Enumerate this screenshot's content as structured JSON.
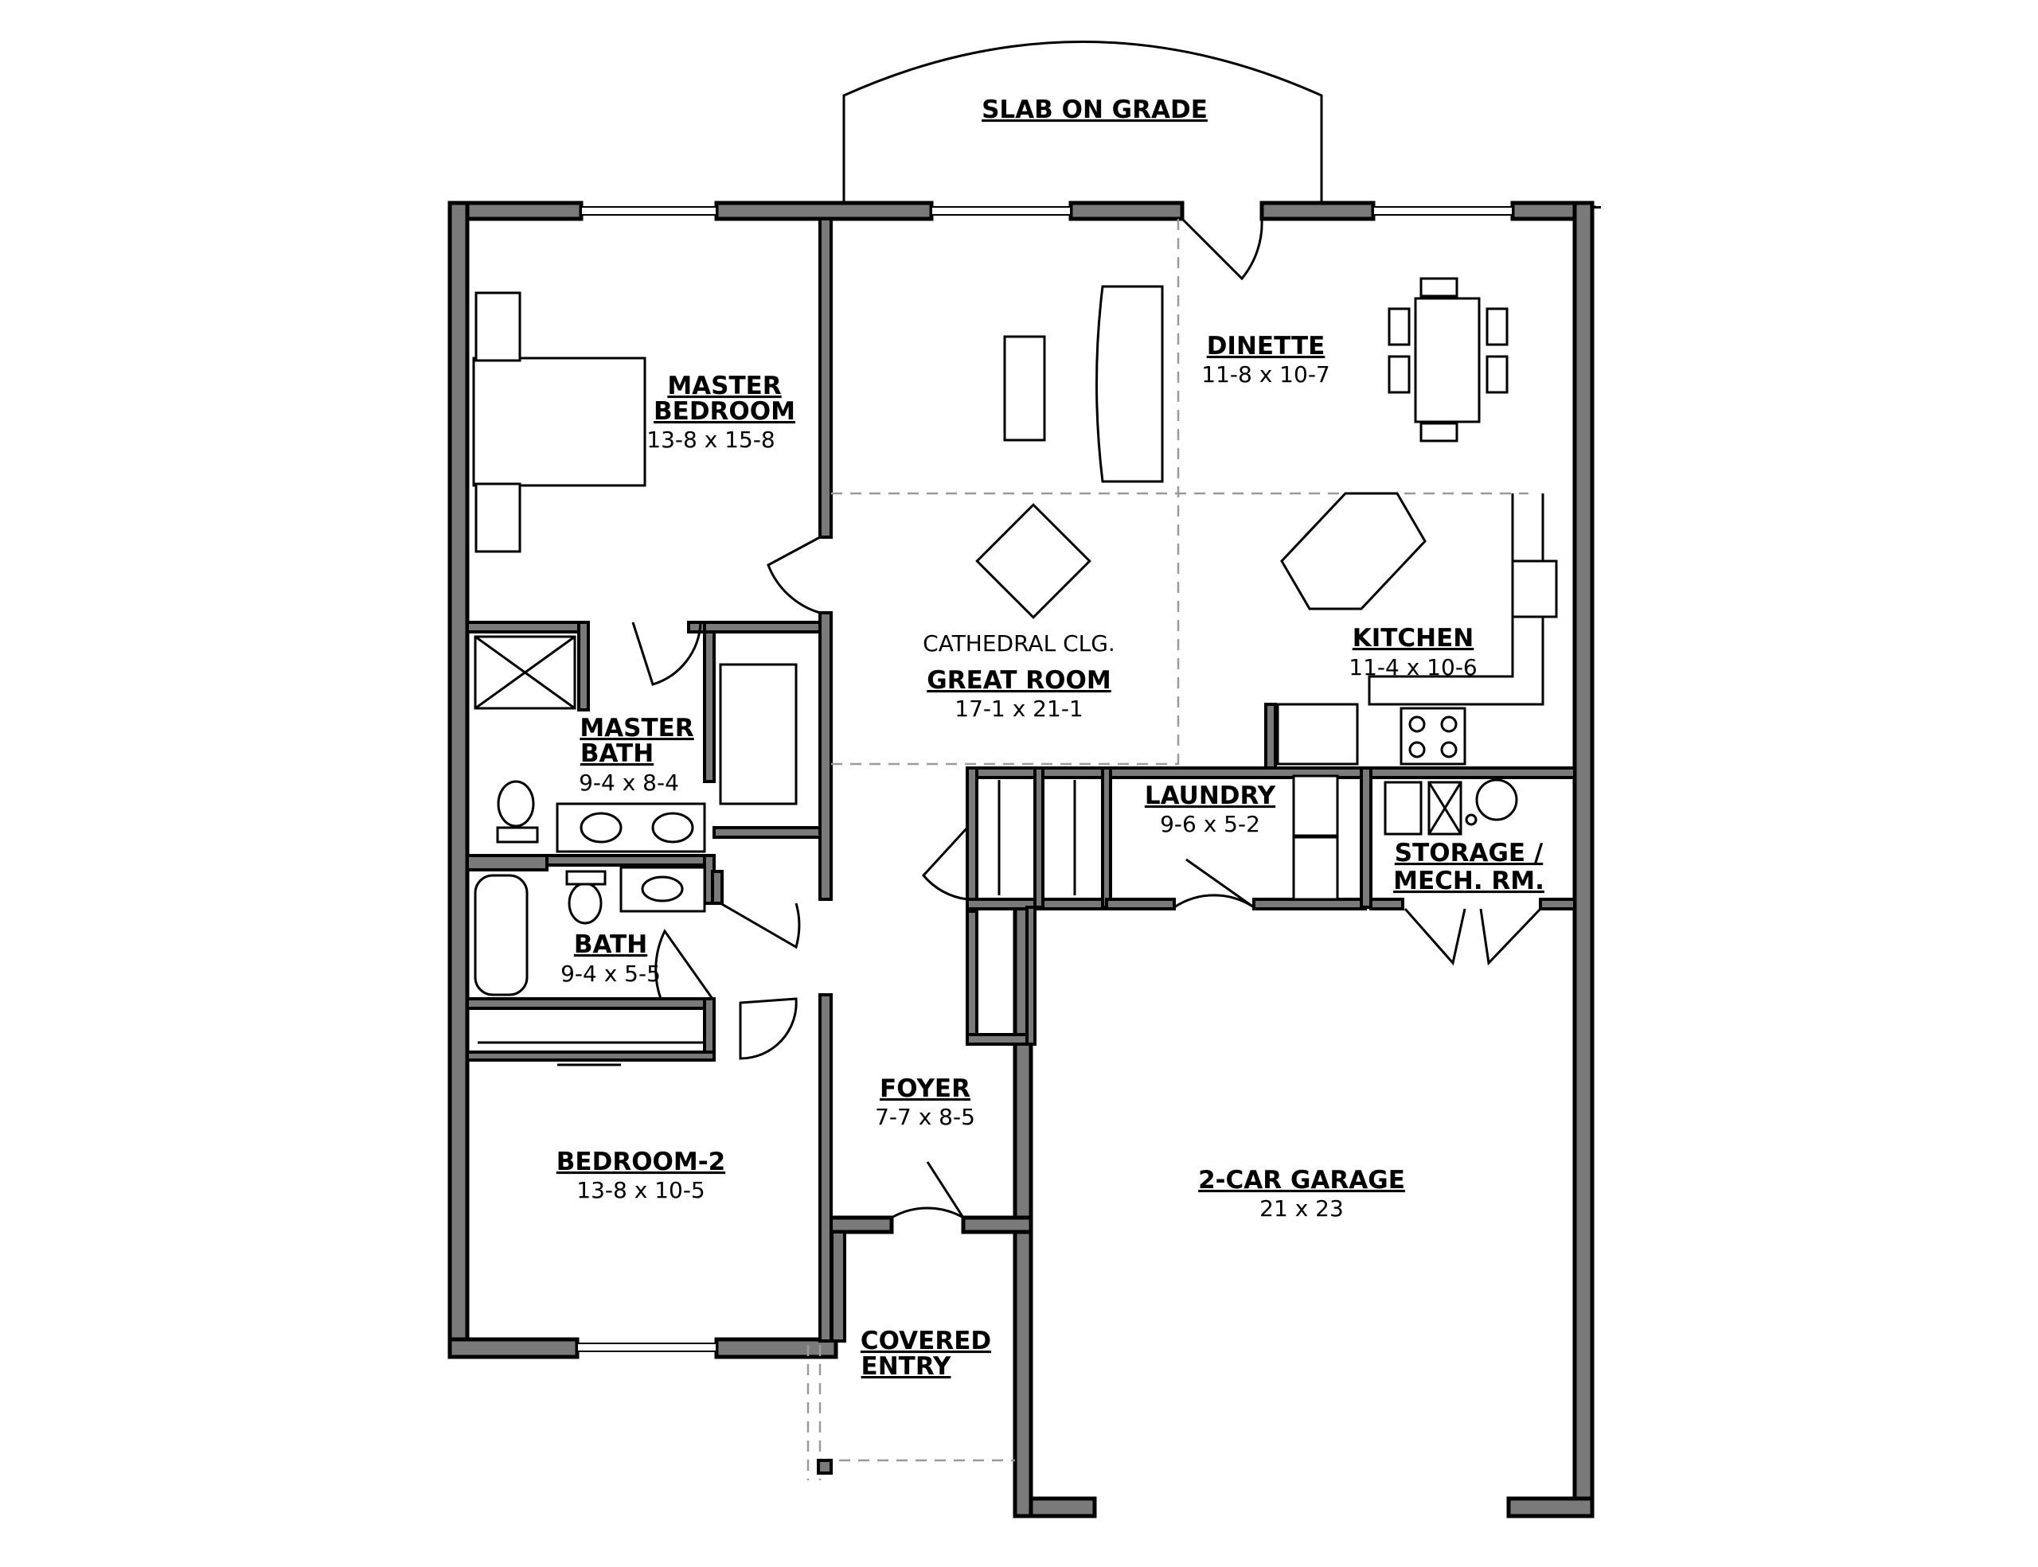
{
  "rooms": {
    "slab": {
      "name": "SLAB ON GRADE"
    },
    "master_bedroom": {
      "name1": "MASTER",
      "name2": "BEDROOM",
      "dims": "13-8 x 15-8"
    },
    "dinette": {
      "name": "DINETTE",
      "dims": "11-8 x 10-7"
    },
    "great_room": {
      "note": "CATHEDRAL CLG.",
      "name": "GREAT ROOM",
      "dims": "17-1 x 21-1"
    },
    "kitchen": {
      "name": "KITCHEN",
      "dims": "11-4 x 10-6"
    },
    "master_bath": {
      "name1": "MASTER",
      "name2": "BATH",
      "dims": "9-4 x 8-4"
    },
    "laundry": {
      "name": "LAUNDRY",
      "dims": "9-6 x 5-2"
    },
    "storage": {
      "name1": "STORAGE /",
      "name2": "MECH. RM."
    },
    "bath": {
      "name": "BATH",
      "dims": "9-4 x 5-5"
    },
    "foyer": {
      "name": "FOYER",
      "dims": "7-7 x 8-5"
    },
    "bedroom2": {
      "name": "BEDROOM-2",
      "dims": "13-8 x 10-5"
    },
    "garage": {
      "name": "2-CAR GARAGE",
      "dims": "21 x 23"
    },
    "covered_entry": {
      "name1": "COVERED",
      "name2": "ENTRY"
    }
  },
  "colors": {
    "wall_fill": "#7a7a7a",
    "line": "#000000",
    "dashed_zone": "#9a9a9a"
  }
}
